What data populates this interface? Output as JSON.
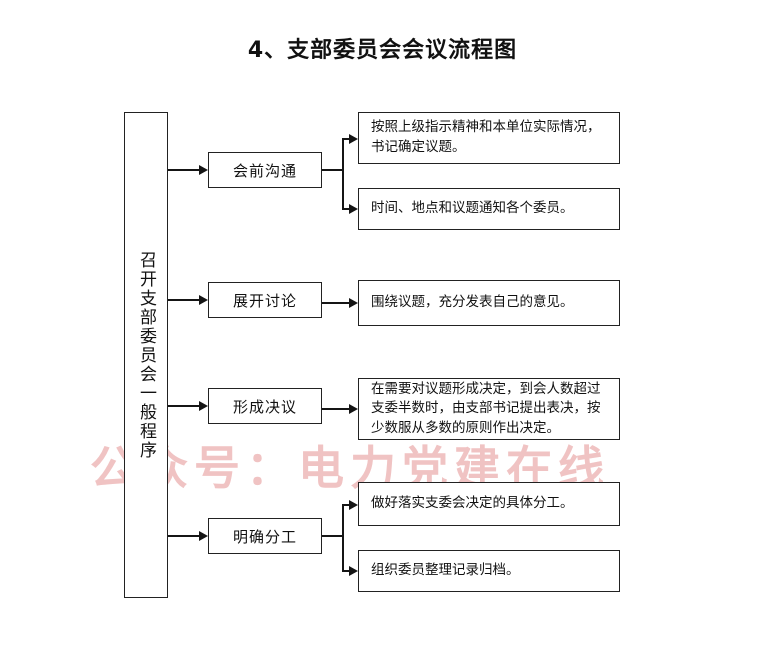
{
  "page": {
    "title": "4、支部委员会会议流程图",
    "watermark": "公众号：电力党建在线",
    "accent_color": "#151515",
    "watermark_color": "#f0c3c3",
    "background_color": "#ffffff"
  },
  "trunk": {
    "label": "召开支部委员会一般程序",
    "orientation": "vertical"
  },
  "stages": [
    {
      "id": "stage-1",
      "label": "会前沟通",
      "details": [
        "按照上级指示精神和本单位实际情况，书记确定议题。",
        "时间、地点和议题通知各个委员。"
      ]
    },
    {
      "id": "stage-2",
      "label": "展开讨论",
      "details": [
        "围绕议题，充分发表自己的意见。"
      ]
    },
    {
      "id": "stage-3",
      "label": "形成决议",
      "details": [
        "在需要对议题形成决定，到会人数超过支委半数时，由支部书记提出表决，按少数服从多数的原则作出决定。"
      ]
    },
    {
      "id": "stage-4",
      "label": "明确分工",
      "details": [
        "做好落实支委会决定的具体分工。",
        "组织委员整理记录归档。"
      ]
    }
  ],
  "details_flat": {
    "d1": "按照上级指示精神和本单位实际情况，书记确定议题。",
    "d2": "时间、地点和议题通知各个委员。",
    "d3": "围绕议题，充分发表自己的意见。",
    "d4": "在需要对议题形成决定，到会人数超过支委半数时，由支部书记提出表决，按少数服从多数的原则作出决定。",
    "d5": "做好落实支委会决定的具体分工。",
    "d6": "组织委员整理记录归档。"
  }
}
